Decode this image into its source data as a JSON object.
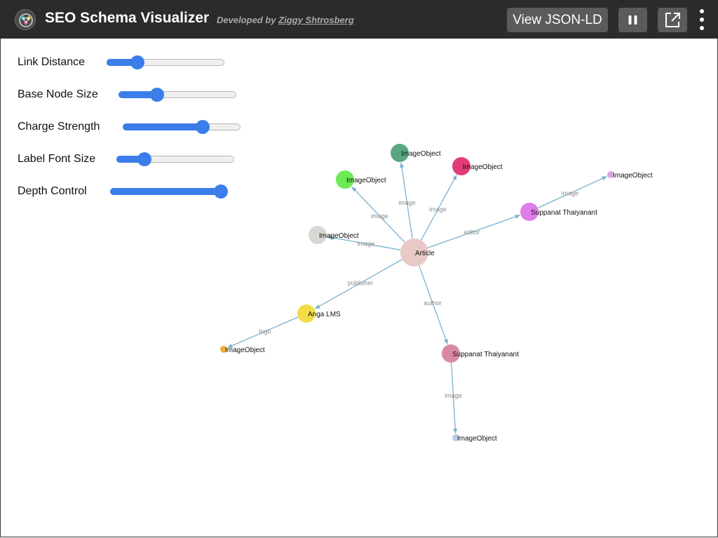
{
  "header": {
    "app_title": "SEO Schema Visualizer",
    "developed_by": "Developed by",
    "author": "Ziggy Shtrosberg",
    "view_button": "View JSON-LD",
    "pause_icon": "pause-icon",
    "open_icon": "external-link-icon",
    "menu_icon": "more-vertical-icon"
  },
  "controls": [
    {
      "label": "Link Distance",
      "value": 0.26
    },
    {
      "label": "Base Node Size",
      "value": 0.33
    },
    {
      "label": "Charge Strength",
      "value": 0.68
    },
    {
      "label": "Label Font Size",
      "value": 0.24
    },
    {
      "label": "Depth Control",
      "value": 0.94
    }
  ],
  "accent_color": "#3b7de9",
  "graph": {
    "nodes": [
      {
        "id": "article",
        "label": "Article",
        "color": "#e8c9c6"
      },
      {
        "id": "img1",
        "label": "ImageObject",
        "color": "#5aa77f"
      },
      {
        "id": "img2",
        "label": "ImageObject",
        "color": "#e13b78"
      },
      {
        "id": "img3",
        "label": "ImageObject",
        "color": "#6dea55"
      },
      {
        "id": "img4",
        "label": "ImageObject",
        "color": "#d9d7d2"
      },
      {
        "id": "img5",
        "label": "ImageObject",
        "color": "#d9a6e0"
      },
      {
        "id": "editor",
        "label": "Suppanat Thaiyanant",
        "color": "#e07ce8"
      },
      {
        "id": "publisher",
        "label": "Anga LMS",
        "color": "#f2dd48"
      },
      {
        "id": "logo",
        "label": "ImageObject",
        "color": "#f0b131"
      },
      {
        "id": "author",
        "label": "Suppanat Thaiyanant",
        "color": "#d98aa2"
      },
      {
        "id": "img6",
        "label": "ImageObject",
        "color": "#b9cbe6"
      }
    ],
    "links": [
      {
        "source": "article",
        "target": "img1",
        "label": "image"
      },
      {
        "source": "article",
        "target": "img2",
        "label": "image"
      },
      {
        "source": "article",
        "target": "img3",
        "label": "image"
      },
      {
        "source": "article",
        "target": "img4",
        "label": "image"
      },
      {
        "source": "article",
        "target": "editor",
        "label": "editor"
      },
      {
        "source": "editor",
        "target": "img5",
        "label": "image"
      },
      {
        "source": "article",
        "target": "publisher",
        "label": "publisher"
      },
      {
        "source": "publisher",
        "target": "logo",
        "label": "logo"
      },
      {
        "source": "article",
        "target": "author",
        "label": "author"
      },
      {
        "source": "author",
        "target": "img6",
        "label": "image"
      }
    ]
  }
}
